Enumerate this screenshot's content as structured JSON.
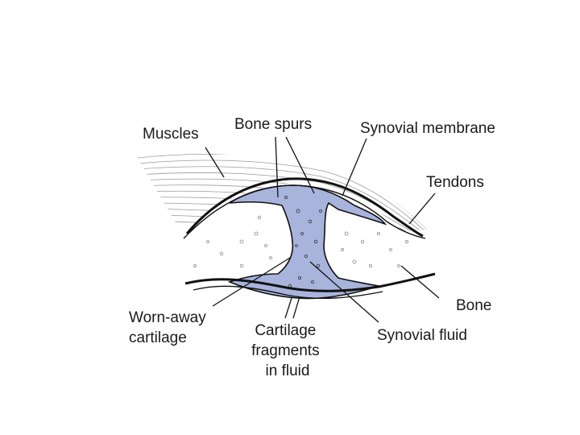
{
  "labels": {
    "muscles": "Muscles",
    "bone_spurs": "Bone spurs",
    "synovial_membrane": "Synovial membrane",
    "tendons": "Tendons",
    "bone": "Bone",
    "worn_away_cartilage": [
      "Worn-away",
      "cartilage"
    ],
    "cartilage_fragments": [
      "Cartilage",
      "fragments",
      "in fluid"
    ],
    "synovial_fluid": "Synovial fluid"
  },
  "colors": {
    "synovial_fluid": "#a9b4dc",
    "outline": "#111111",
    "muscle_lines": "#9a9a9a"
  }
}
